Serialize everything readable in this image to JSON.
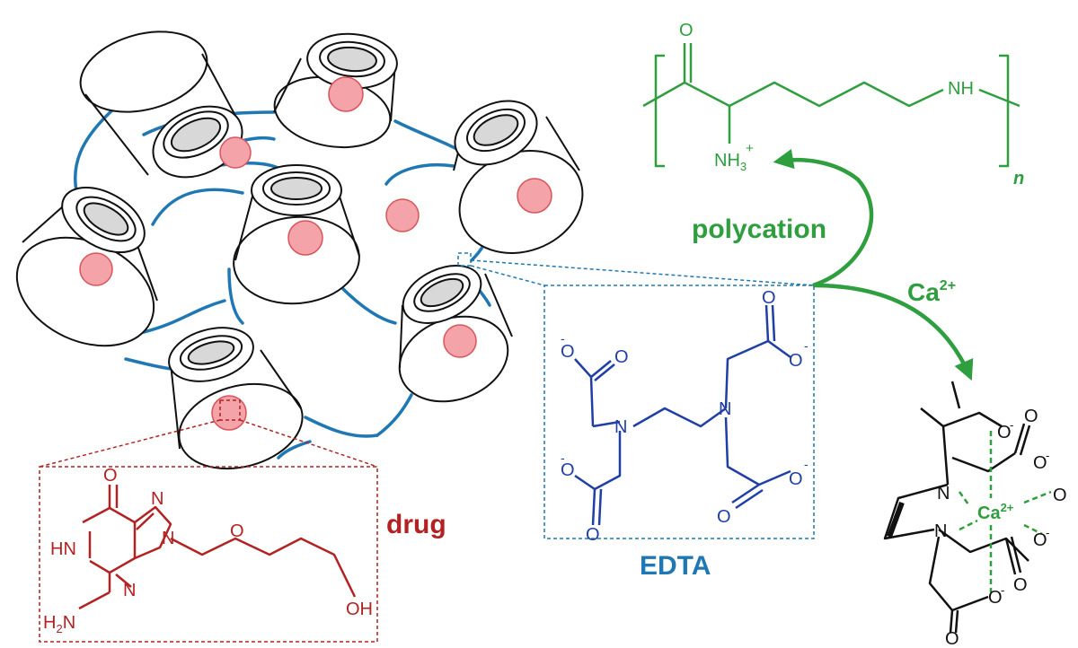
{
  "labels": {
    "drug": "drug",
    "edta": "EDTA",
    "polycation": "polycation",
    "calcium": "Ca"
  },
  "charges": {
    "two_plus": "2+",
    "minus": "-",
    "plus": "+"
  },
  "polymer": {
    "carbonyl_o": "O",
    "amine_nh": "NH",
    "ammonium_nh": "NH",
    "ammonium_sub": "3",
    "repeat_n": "n"
  },
  "drug_atoms": {
    "o": "O",
    "n_top": "N",
    "hn": "HN",
    "n_ring": "N",
    "n_bottom": "N",
    "h2n_h": "H",
    "h2n_sub": "2",
    "h2n_n": "N",
    "o_ether": "O",
    "oh": "OH"
  },
  "edta_atoms": {
    "o1": "O",
    "o2": "O",
    "o3": "O",
    "o4": "O",
    "o5": "O",
    "o6": "O",
    "o7": "O",
    "o8": "O",
    "n1": "N",
    "n2": "N"
  },
  "complex_atoms": {
    "o1": "O",
    "o2": "O",
    "o3": "O",
    "o4": "O",
    "o5": "O",
    "o6": "O",
    "o7": "O",
    "o8": "O",
    "n1": "N",
    "n2": "N"
  },
  "colors": {
    "network": "#1f78b4",
    "drug": "#b22222",
    "edta": "#1f3fa5",
    "edta_label": "#1f78b4",
    "polymer": "#2e9e3e",
    "bead_fill": "#f4a3a8",
    "bead_stroke": "#d9535b",
    "cavity_fill": "#d8d8d8",
    "outline": "#111111"
  }
}
